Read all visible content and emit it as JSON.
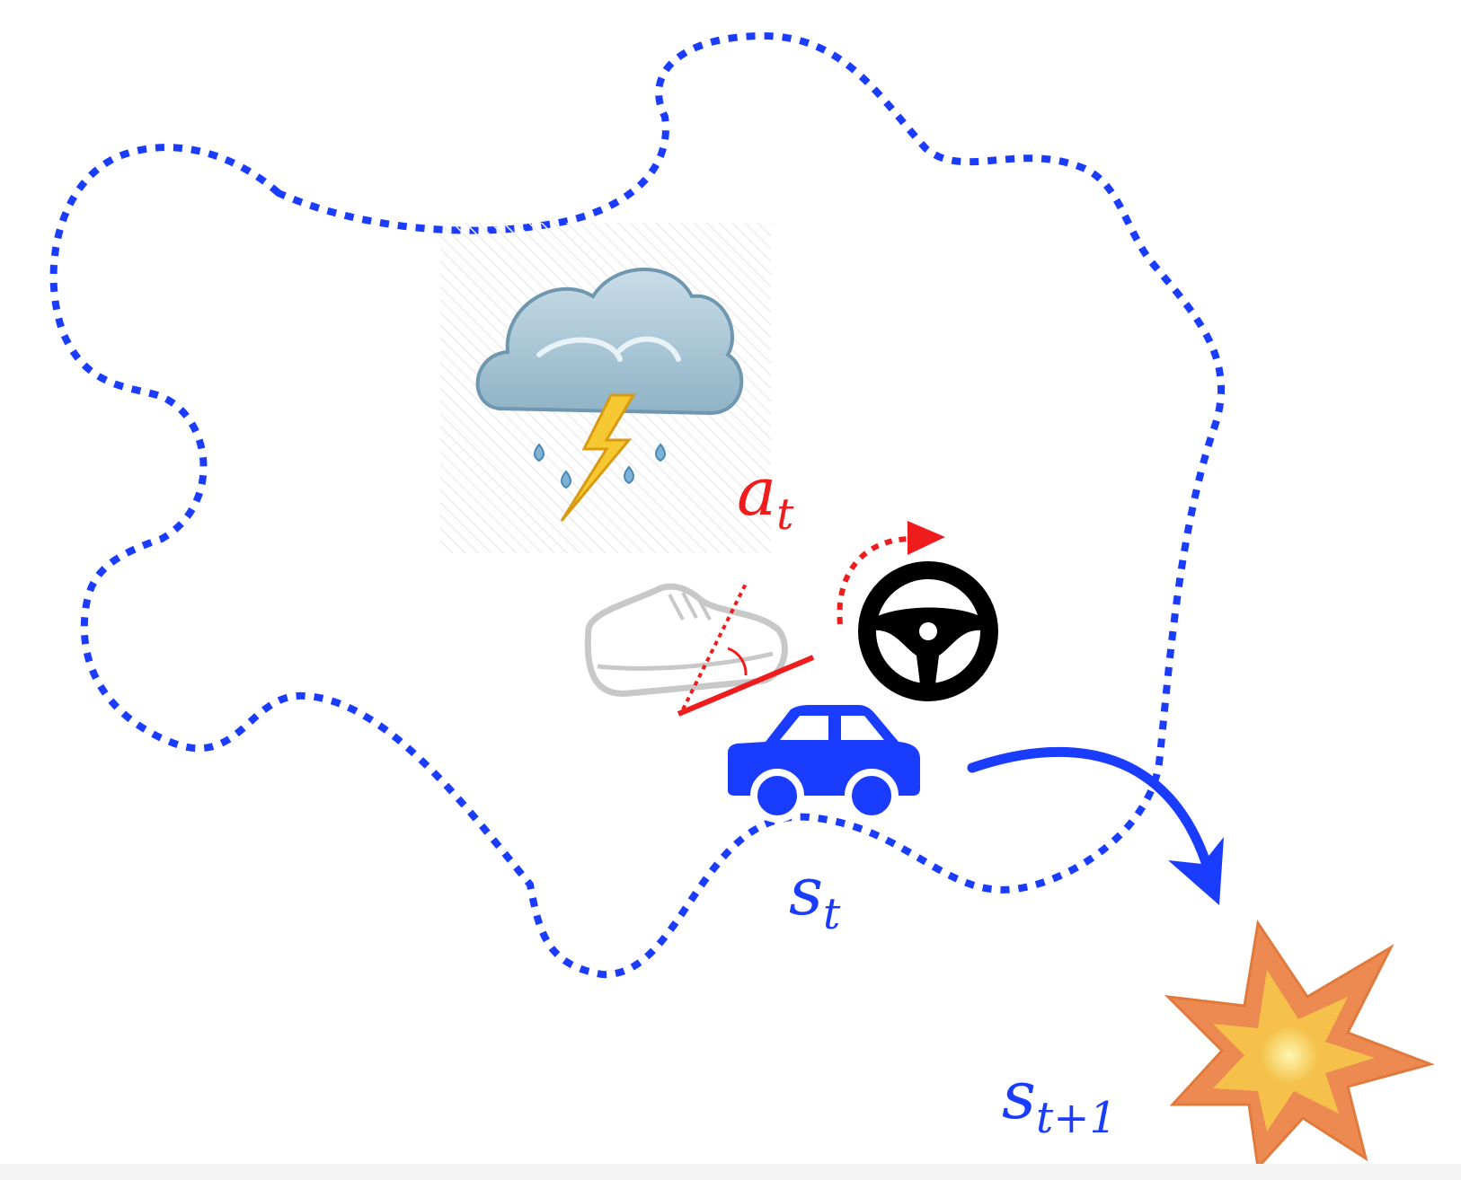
{
  "labels": {
    "action": {
      "base": "a",
      "sub": "t"
    },
    "state": {
      "base": "s",
      "sub": "t"
    },
    "next_state": {
      "base": "s",
      "sub": "t+1"
    }
  },
  "icons": {
    "weather": "storm-cloud-icon",
    "pedal": "shoe-on-pedal-icon",
    "steering": "steering-wheel-icon",
    "vehicle": "car-icon",
    "outcome": "explosion-icon"
  },
  "colors": {
    "state": "#1a3cff",
    "action": "#ee1c1c",
    "steering_wheel": "#000000",
    "explosion_outer": "#ec8a52",
    "explosion_inner": "#f5c14a",
    "shoe": "#c8c8c8"
  }
}
